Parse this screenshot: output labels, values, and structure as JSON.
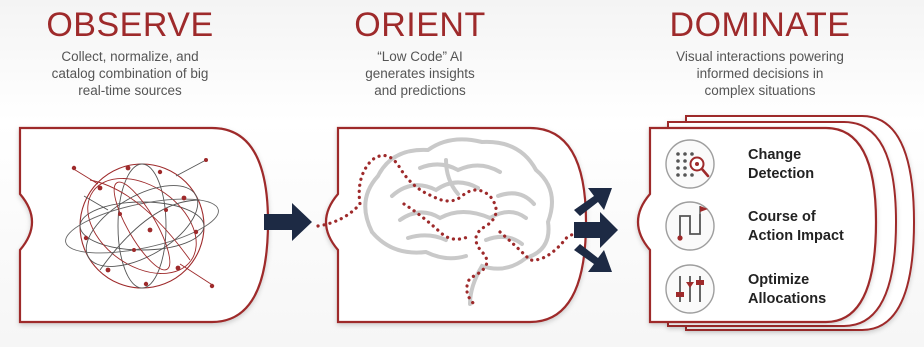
{
  "columns": [
    {
      "title": "OBSERVE",
      "desc": [
        "Collect, normalize, and",
        "catalog combination of big",
        "real-time sources"
      ]
    },
    {
      "title": "ORIENT",
      "desc": [
        "“Low Code” AI",
        "generates insights",
        "and predictions"
      ]
    },
    {
      "title": "DOMINATE",
      "desc": [
        "Visual interactions powering",
        "informed decisions in",
        "complex situations"
      ]
    }
  ],
  "dominate_items": [
    {
      "label": [
        "Change",
        "Detection"
      ],
      "icon": "dot-grid-magnifier-icon"
    },
    {
      "label": [
        "Course of",
        "Action Impact"
      ],
      "icon": "route-flag-icon"
    },
    {
      "label": [
        "Optimize",
        "Allocations"
      ],
      "icon": "sliders-icon"
    }
  ],
  "colors": {
    "accent": "#9e2a2b",
    "arrow": "#1d2a44",
    "brain": "#c9c9c9",
    "text": "#555555"
  }
}
